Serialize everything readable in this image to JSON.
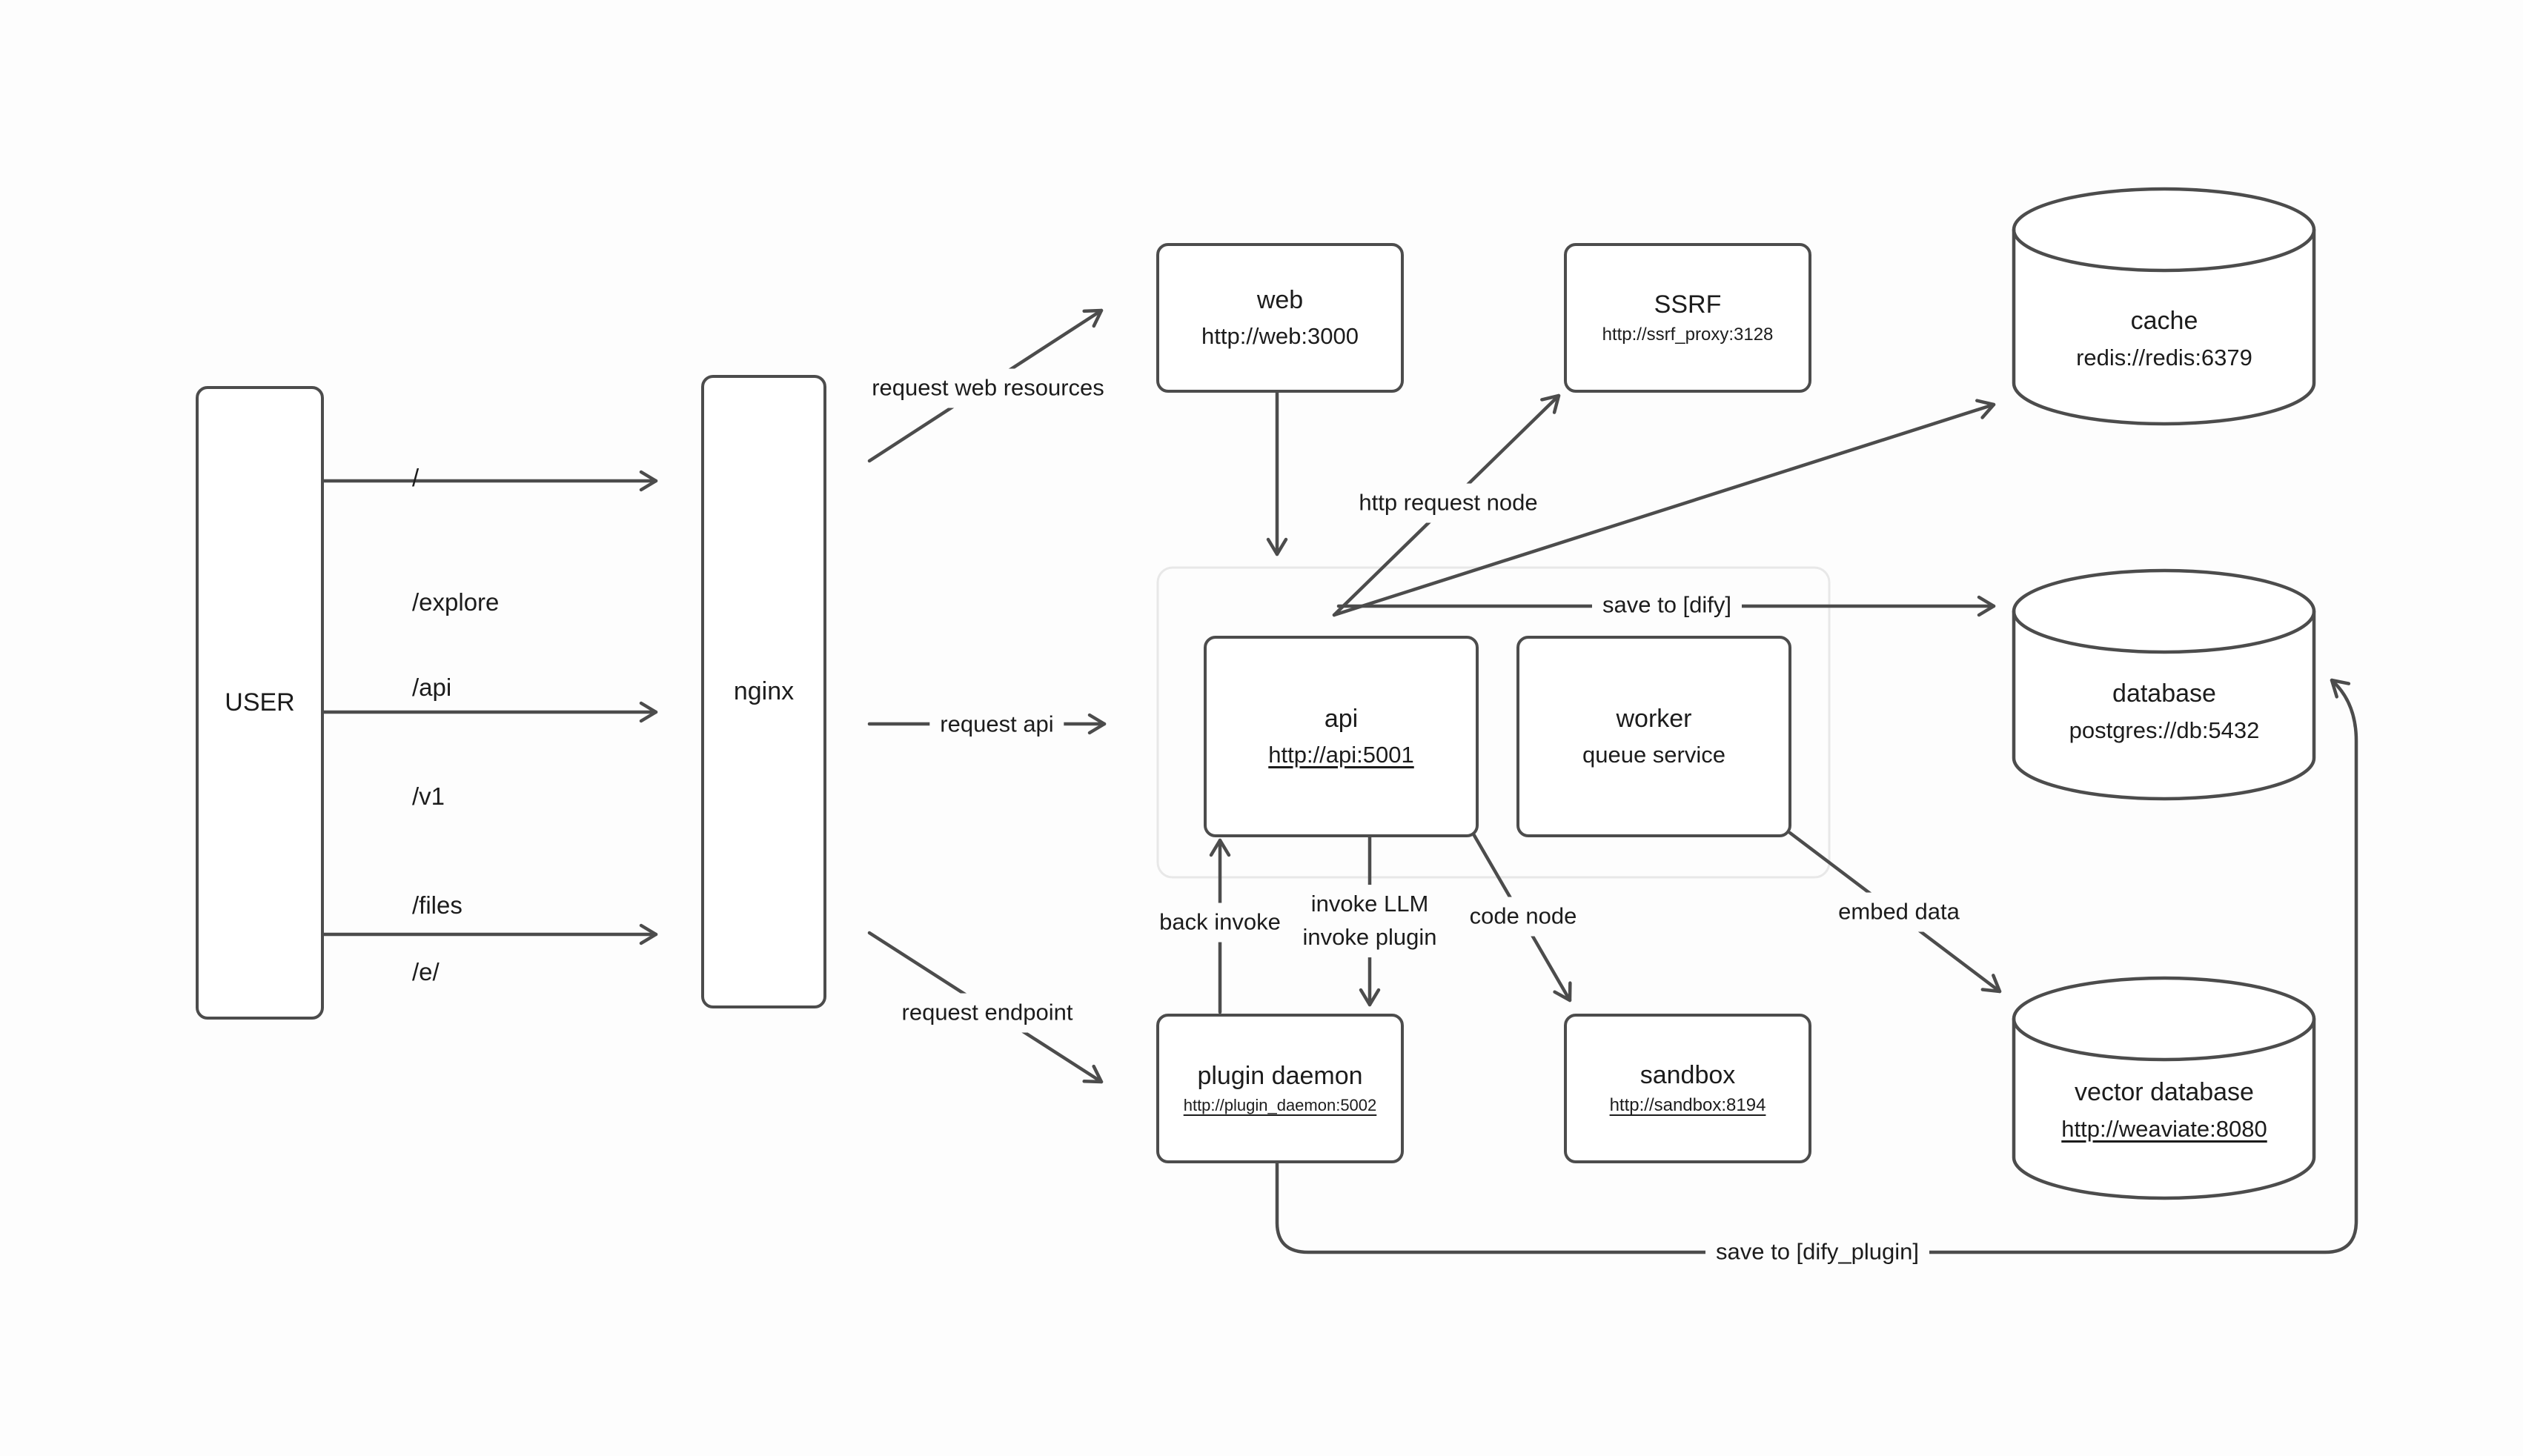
{
  "diagram": {
    "colors": {
      "stroke": "#4c4c4c",
      "text": "#1c1c1c",
      "background": "#fdfdfd",
      "node_background": "#ffffff",
      "group_border": "#e8e8e8"
    },
    "nodes": {
      "user": {
        "label": "USER"
      },
      "nginx": {
        "label": "nginx"
      },
      "web": {
        "title": "web",
        "subtitle": "http://web:3000"
      },
      "ssrf": {
        "title": "SSRF",
        "subtitle": "http://ssrf_proxy:3128"
      },
      "cache": {
        "title": "cache",
        "subtitle": "redis://redis:6379"
      },
      "api": {
        "title": "api",
        "subtitle": "http://api:5001"
      },
      "worker": {
        "title": "worker",
        "subtitle": "queue service"
      },
      "database": {
        "title": "database",
        "subtitle": "postgres://db:5432"
      },
      "plugin_daemon": {
        "title": "plugin daemon",
        "subtitle": "http://plugin_daemon:5002"
      },
      "sandbox": {
        "title": "sandbox",
        "subtitle": "http://sandbox:8194"
      },
      "vector_database": {
        "title": "vector database",
        "subtitle": "http://weaviate:8080"
      }
    },
    "edges": {
      "user_paths_top": [
        "/",
        "/explore"
      ],
      "user_paths_mid": [
        "/api",
        "/v1",
        "/files"
      ],
      "user_paths_bottom": [
        "/e/"
      ],
      "request_web_resources": "request web resources",
      "request_api": "request api",
      "request_endpoint": "request endpoint",
      "http_request_node": "http request node",
      "save_to_dify": "save to [dify]",
      "back_invoke": "back invoke",
      "invoke_llm": "invoke LLM",
      "invoke_plugin": "invoke plugin",
      "code_node": "code node",
      "embed_data": "embed data",
      "save_to_dify_plugin": "save to [dify_plugin]"
    }
  }
}
